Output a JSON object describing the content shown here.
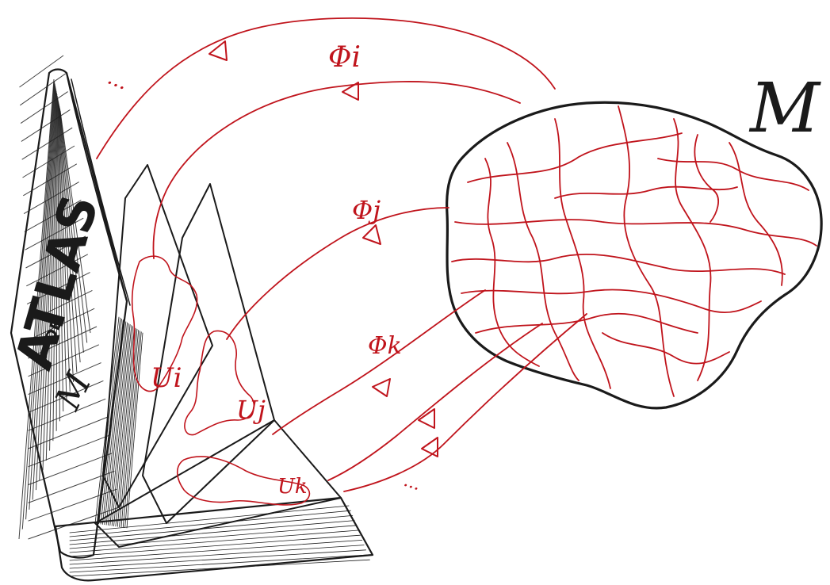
{
  "figure": {
    "manifold_label": "M",
    "book_title_lines": [
      "ATLAS",
      "DE",
      "M"
    ],
    "charts": [
      {
        "map_label": "Φi",
        "domain_label": "Ui"
      },
      {
        "map_label": "Φj",
        "domain_label": "Uj"
      },
      {
        "map_label": "Φk",
        "domain_label": "Uk"
      }
    ],
    "ellipsis_top": "...",
    "ellipsis_bottom": "...",
    "colors": {
      "ink": "#1a1a1a",
      "red": "#c0141c",
      "paper": "#ffffff"
    }
  }
}
